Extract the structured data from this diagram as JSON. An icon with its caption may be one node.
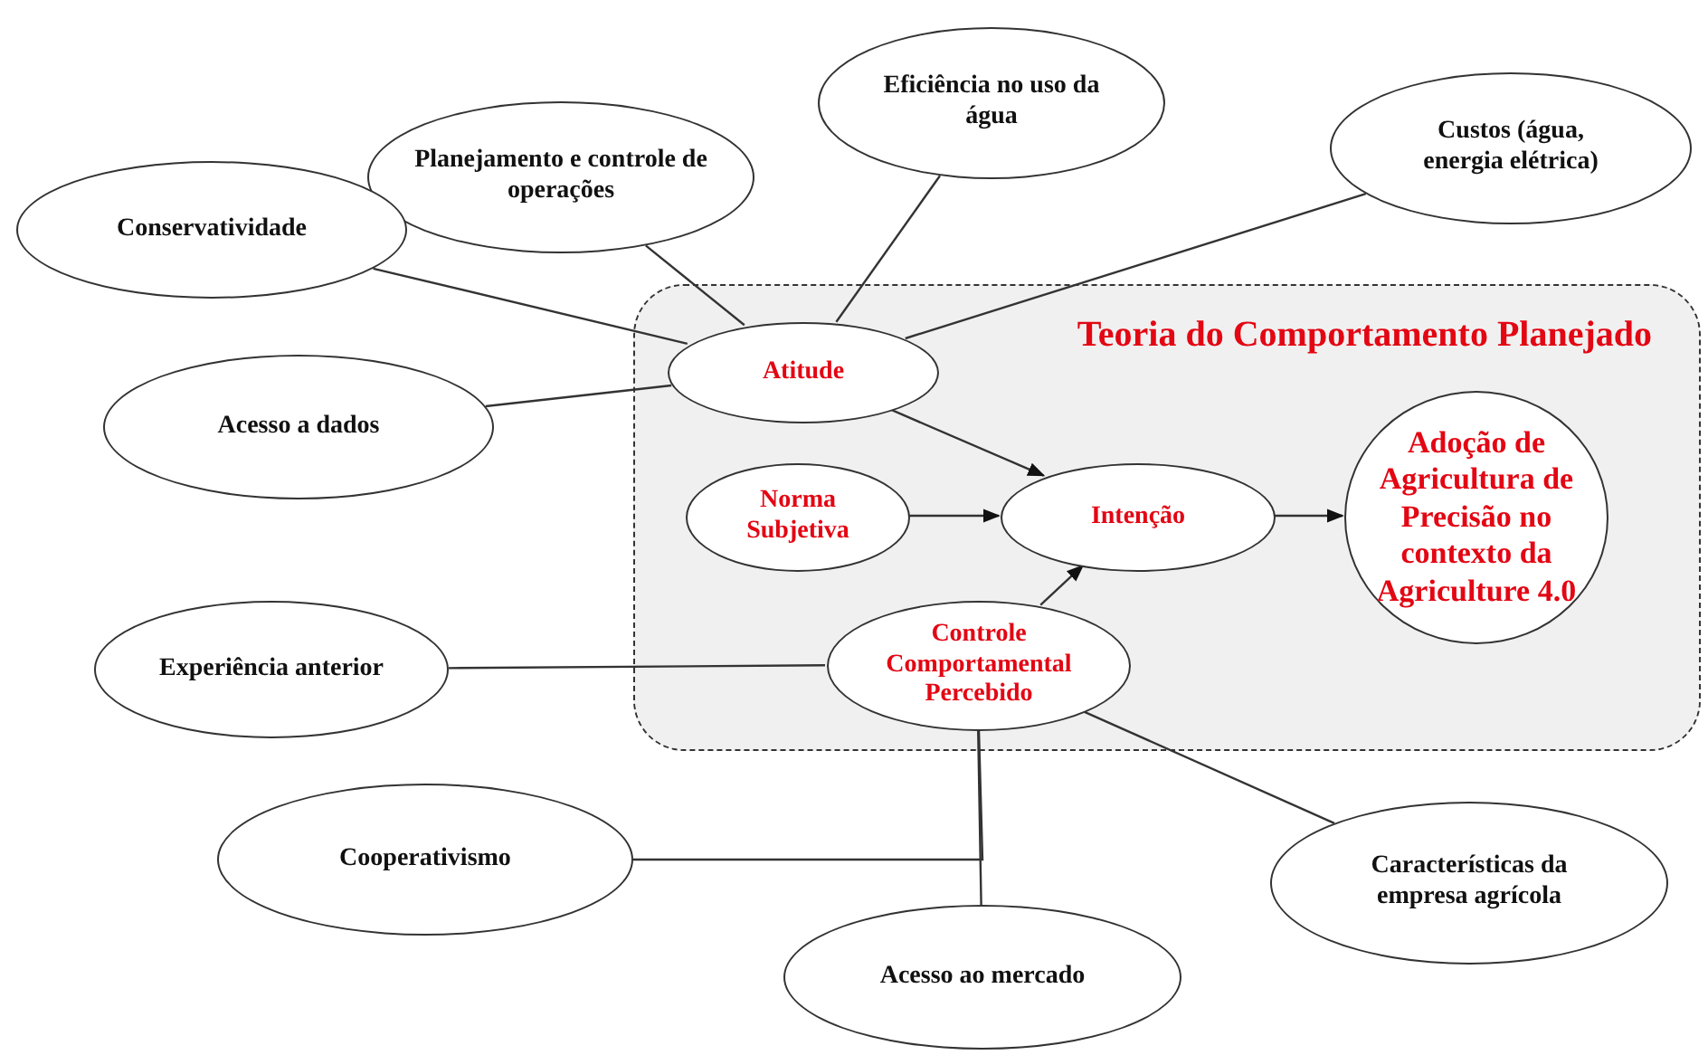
{
  "diagram": {
    "nodes": [
      {
        "text": [
          "Planejamento e controle de operações"
        ]
      },
      {
        "text": [
          "Eficiência no uso da água"
        ]
      },
      {
        "text": [
          "Custos (água, energia elétrica)"
        ]
      },
      {
        "text": [
          "Conservatividade"
        ]
      },
      {
        "text": [
          "Teoria do Comportamento Planejado"
        ]
      },
      {
        "text": [
          "Atitude"
        ],
        "in": 4
      },
      {
        "text": [
          "Acesso a dados"
        ]
      },
      {
        "text": [
          "Norma Subjetiva"
        ],
        "in": 4
      },
      {
        "text": [
          "Intenção"
        ],
        "in": 4
      },
      {
        "text": [
          "Adoção de Agricultura de Precisão no contexto da Agriculture 4.0"
        ],
        "in": 4
      },
      {
        "text": [
          "Experiência anterior"
        ]
      },
      {
        "text": [
          "Controle Comportamental Percebido"
        ],
        "in": 4
      },
      {
        "text": [
          "Cooperativismo"
        ]
      },
      {
        "text": [
          "Características da empresa agrícola"
        ]
      },
      {
        "text": [
          "Acesso ao mercado"
        ]
      }
    ],
    "edges": [
      {
        "from": 3,
        "to": 5,
        "arrow": "none"
      },
      {
        "from": 0,
        "to": 5,
        "arrow": "none"
      },
      {
        "from": 1,
        "to": 5,
        "arrow": "none"
      },
      {
        "from": 2,
        "to": 5,
        "arrow": "none"
      },
      {
        "from": 6,
        "to": 5,
        "arrow": "none"
      },
      {
        "from": 5,
        "to": 8,
        "arrow": "to"
      },
      {
        "from": 7,
        "to": 8,
        "arrow": "to"
      },
      {
        "from": 11,
        "to": 8,
        "arrow": "to"
      },
      {
        "from": 8,
        "to": 9,
        "arrow": "to"
      },
      {
        "from": 10,
        "to": 11,
        "arrow": "none"
      },
      {
        "from": 12,
        "to": 11,
        "arrow": "none"
      },
      {
        "from": 14,
        "to": 11,
        "arrow": "none"
      },
      {
        "from": 13,
        "to": 11,
        "arrow": "none"
      }
    ]
  }
}
